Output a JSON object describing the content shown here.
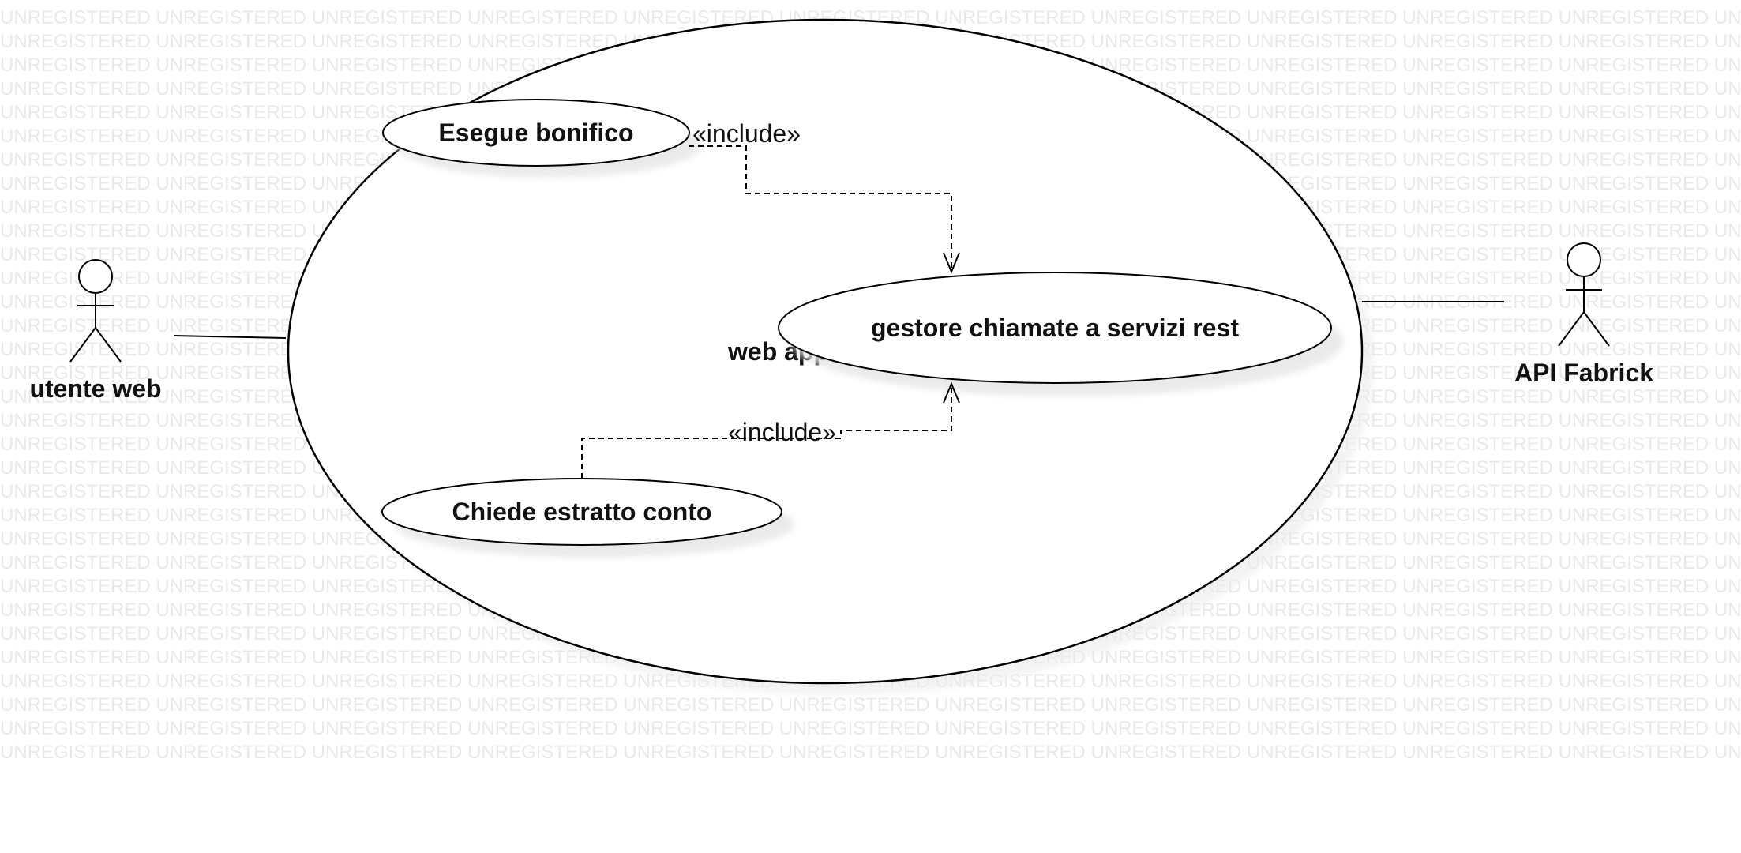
{
  "watermark": {
    "text": "UNREGISTERED"
  },
  "system": {
    "label": "web app"
  },
  "use_cases": {
    "bonifico": "Esegue bonifico",
    "gestore": "gestore chiamate a servizi rest",
    "estratto": "Chiede estratto conto"
  },
  "actors": {
    "utente": "utente web",
    "api": "API Fabrick"
  },
  "relations": {
    "include_top": "«include»",
    "include_bottom": "«include»"
  },
  "colors": {
    "stroke": "#000000",
    "fill": "#ffffff",
    "shadow": "#e6e6e6",
    "watermark": "#e9e9e9"
  }
}
